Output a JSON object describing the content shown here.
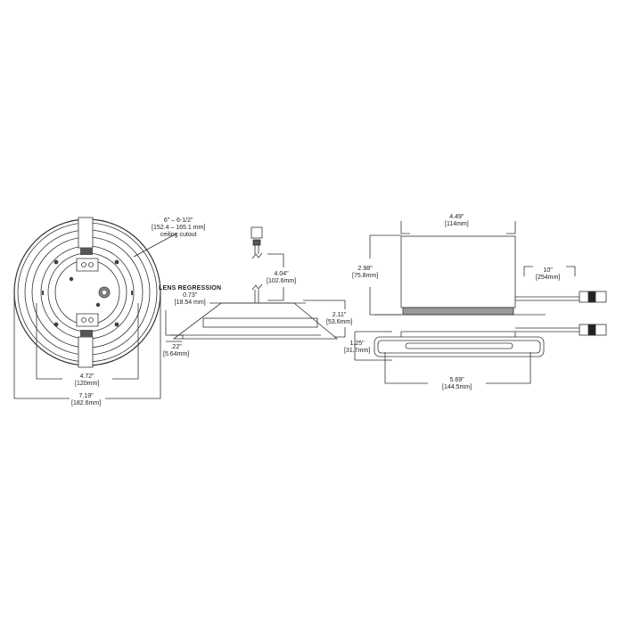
{
  "views": {
    "front": {
      "cutout": {
        "line1": "6\" – 6-1/2\"",
        "line2": "[152.4 – 165.1 mm]",
        "line3": "ceiling cutout"
      },
      "inner_width": {
        "in": "4.72\"",
        "mm": "[120mm]"
      },
      "outer_width": {
        "in": "7.19\"",
        "mm": "[182.6mm]"
      }
    },
    "side": {
      "lens_regression": {
        "title": "LENS REGRESSION",
        "in": "0.73\"",
        "mm": "[18.54 mm]"
      },
      "connector_length": {
        "in": "4.04\"",
        "mm": "[102.6mm]"
      },
      "height": {
        "in": "2.11\"",
        "mm": "[53.6mm]"
      },
      "flange": {
        "in": ".22\"",
        "mm": "[5.64mm]"
      }
    },
    "driver_side": {
      "width": {
        "in": "4.49\"",
        "mm": "[114mm]"
      },
      "height": {
        "in": "2.98\"",
        "mm": "[75.8mm]"
      },
      "cable": {
        "in": "10\"",
        "mm": "[254mm]"
      }
    },
    "driver_bottom": {
      "height": {
        "in": "1.25\"",
        "mm": "[31.7mm]"
      },
      "length": {
        "in": "5.69\"",
        "mm": "[144.5mm]"
      }
    }
  }
}
